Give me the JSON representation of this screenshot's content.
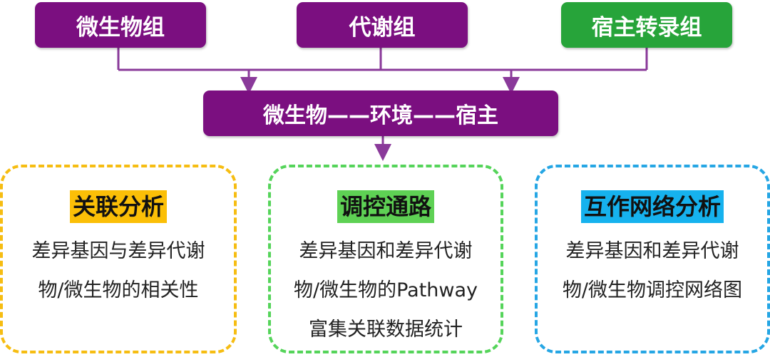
{
  "top_boxes": {
    "microbiome": "微生物组",
    "metabolome": "代谢组",
    "host_transcriptome": "宿主转录组"
  },
  "center": "微生物——环境——宿主",
  "cards": [
    {
      "title": "关联分析",
      "desc": [
        "差异基因与差异代谢",
        "物/微生物的相关性"
      ]
    },
    {
      "title": "调控通路",
      "desc": [
        "差异基因和差异代谢",
        "物/微生物的Pathway",
        "富集关联数据统计"
      ]
    },
    {
      "title": "互作网络分析",
      "desc": [
        "差异基因和差异代谢",
        "物/微生物调控网络图"
      ]
    }
  ],
  "colors": {
    "purple": "#7b0f80",
    "green": "#27a43a",
    "connector": "#8a3a9a",
    "card_yellow": "#f6bd12",
    "card_green": "#55d45a",
    "card_blue": "#26a6e4"
  }
}
